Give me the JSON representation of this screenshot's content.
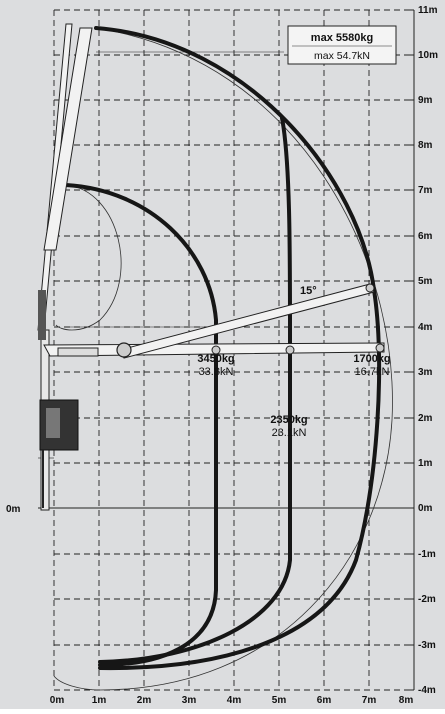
{
  "header": {
    "max_load": "max 5580kg",
    "max_force": "max 54.7kN"
  },
  "axes": {
    "x_ticks": [
      "0m",
      "1m",
      "2m",
      "3m",
      "4m",
      "5m",
      "6m",
      "7m",
      "8m"
    ],
    "y_ticks_right": [
      "11m",
      "10m",
      "9m",
      "8m",
      "7m",
      "6m",
      "5m",
      "4m",
      "3m",
      "2m",
      "1m",
      "0m",
      "-1m",
      "-2m",
      "-3m",
      "-4m"
    ],
    "y_zero_left": "0m"
  },
  "angle_label": "15°",
  "loads": [
    {
      "kg": "3450kg",
      "kn": "33.8kN"
    },
    {
      "kg": "2350kg",
      "kn": "23.1kN"
    },
    {
      "kg": "1700kg",
      "kn": "16.7kN"
    }
  ],
  "colors": {
    "background": "#dcdddf",
    "grid": "#222222",
    "curve": "#1a1a1a",
    "boom": "#f2f2f2"
  }
}
